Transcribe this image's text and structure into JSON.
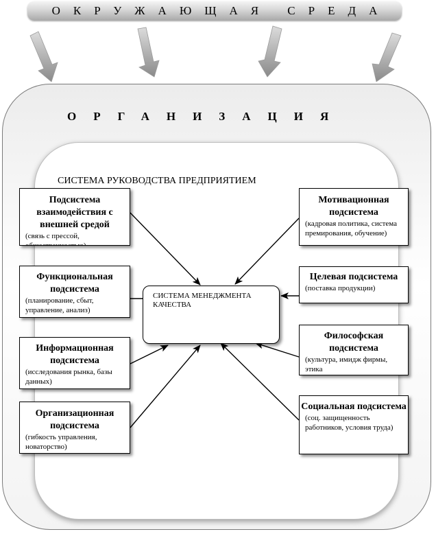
{
  "environment": {
    "label": "ОКРУЖАЮЩАЯ СРЕДА"
  },
  "organization": {
    "label": "ОРГАНИЗАЦИЯ"
  },
  "system": {
    "title": "СИСТЕМА РУКОВОДСТВА ПРЕДПРИЯТИЕМ"
  },
  "center": {
    "label": "СИСТЕМА МЕНЕДЖМЕНТА КАЧЕСТВА"
  },
  "left_boxes": [
    {
      "title": "Подсистема взаимодействия с внешней средой",
      "detail": "(связь с прессой, общественностью)"
    },
    {
      "title": "Функциональная подсистема",
      "detail": "(планирование, сбыт, управление, анализ)"
    },
    {
      "title": "Информационная подсистема",
      "detail": "(исследования рынка, базы данных)"
    },
    {
      "title": "Организационная подсистема",
      "detail": "(гибкость управления, новаторство)"
    }
  ],
  "right_boxes": [
    {
      "title": "Мотивационная подсистема",
      "detail": "(кадровая политика, система премирования, обучение)"
    },
    {
      "title": "Целевая подсистема",
      "detail": "(поставка продукции)"
    },
    {
      "title": "Философская подсистема",
      "detail": "(культура, имидж фирмы, этика"
    },
    {
      "title": "Социальная подсистема",
      "detail": "(соц. защищенность работников, условия труда)"
    }
  ]
}
